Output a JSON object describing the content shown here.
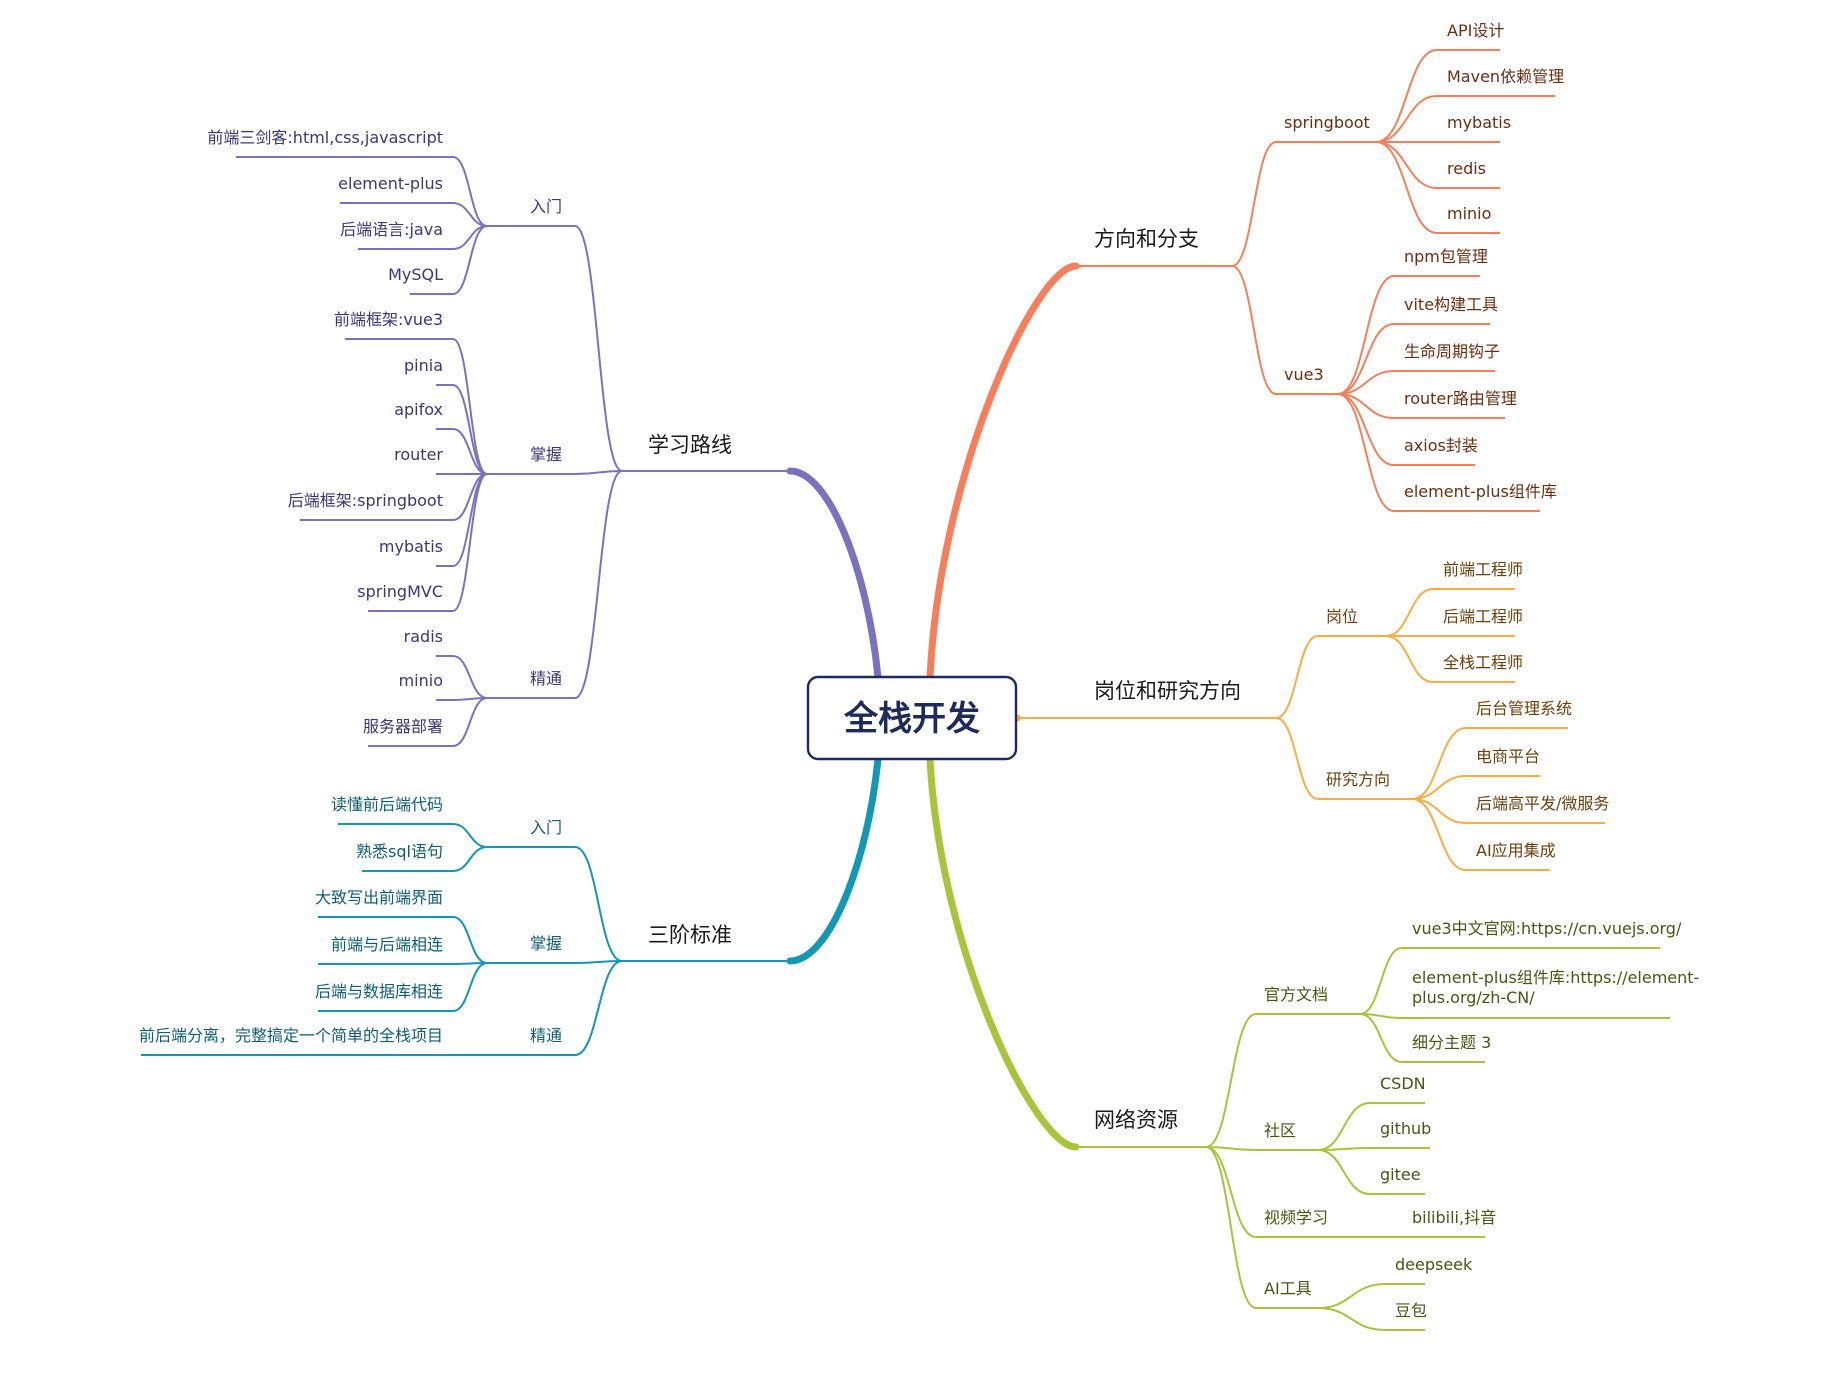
{
  "root": {
    "label": "全栈开发"
  },
  "branches": [
    {
      "id": "learning-path",
      "label": "学习路线",
      "color": "#7b72be",
      "textColor": "#3b3775",
      "side": "left",
      "groups": [
        {
          "label": "入门",
          "items": [
            "前端三剑客:html,css,javascript",
            "element-plus",
            "后端语言:java",
            "MySQL"
          ]
        },
        {
          "label": "掌握",
          "items": [
            "前端框架:vue3",
            "pinia",
            "apifox",
            "router",
            "后端框架:springboot",
            "mybatis",
            "springMVC"
          ]
        },
        {
          "label": "精通",
          "items": [
            "radis",
            "minio",
            "服务器部署"
          ]
        }
      ]
    },
    {
      "id": "three-standards",
      "label": "三阶标准",
      "color": "#1496b5",
      "textColor": "#0e5e73",
      "side": "left",
      "groups": [
        {
          "label": "入门",
          "items": [
            "读懂前后端代码",
            "熟悉sql语句"
          ]
        },
        {
          "label": "掌握",
          "items": [
            "大致写出前端界面",
            "前端与后端相连",
            "后端与数据库相连"
          ]
        },
        {
          "label": "精通",
          "items": [
            "前后端分离，完整搞定一个简单的全栈项目"
          ]
        }
      ]
    },
    {
      "id": "direction",
      "label": "方向和分支",
      "color": "#f57f5a",
      "textColor": "#6b2e10",
      "side": "right",
      "groups": [
        {
          "label": "springboot",
          "items": [
            "API设计",
            "Maven依赖管理",
            "mybatis",
            "redis",
            "minio"
          ]
        },
        {
          "label": "vue3",
          "items": [
            "npm包管理",
            "vite构建工具",
            "生命周期钩子",
            "router路由管理",
            "axios封装",
            "element-plus组件库"
          ]
        }
      ]
    },
    {
      "id": "jobs",
      "label": "岗位和研究方向",
      "color": "#f9ad44",
      "textColor": "#6b3f0a",
      "side": "right",
      "groups": [
        {
          "label": "岗位",
          "items": [
            "前端工程师",
            "后端工程师",
            "全栈工程师"
          ]
        },
        {
          "label": "研究方向",
          "items": [
            "后台管理系统",
            "电商平台",
            "后端高平发/微服务",
            "AI应用集成"
          ]
        }
      ]
    },
    {
      "id": "resources",
      "label": "网络资源",
      "color": "#a8c43a",
      "textColor": "#4a5514",
      "side": "right",
      "groups": [
        {
          "label": "官方文档",
          "items": [
            "vue3中文官网:https://cn.vuejs.org/",
            "element-plus组件库:https://element-plus.org/zh-CN/",
            "细分主题 3"
          ]
        },
        {
          "label": "社区",
          "items": [
            "CSDN",
            "github",
            "gitee"
          ]
        },
        {
          "label": "视频学习",
          "items": [
            "bilibili,抖音"
          ]
        },
        {
          "label": "AI工具",
          "items": [
            "deepseek",
            "豆包"
          ]
        }
      ]
    }
  ]
}
